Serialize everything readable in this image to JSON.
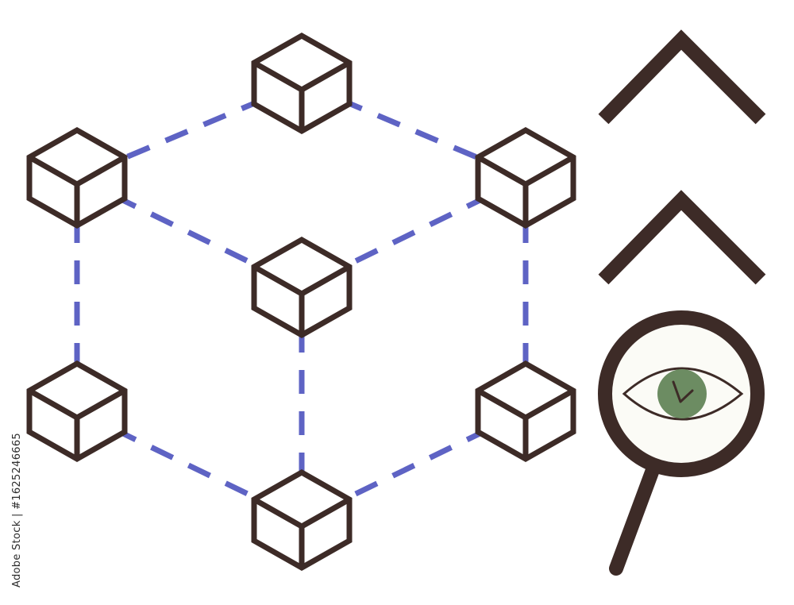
{
  "stock_id_text": "Adobe Stock | #1625246665",
  "colors": {
    "background": "#ffffff",
    "outline": "#3d2b27",
    "dash": "#5e63c4",
    "eye_iris": "#6c8c62",
    "lens_fill": "#fbfbf6"
  },
  "icons": {
    "block": "cube-icon",
    "arrow": "chevron-up-icon",
    "search": "magnifier-eye-icon"
  },
  "diagram": {
    "nodes": [
      {
        "id": "top"
      },
      {
        "id": "upper-left"
      },
      {
        "id": "upper-right"
      },
      {
        "id": "center"
      },
      {
        "id": "lower-left"
      },
      {
        "id": "lower-right"
      },
      {
        "id": "bottom"
      }
    ],
    "links": [
      [
        "top",
        "upper-left"
      ],
      [
        "top",
        "upper-right"
      ],
      [
        "upper-left",
        "center"
      ],
      [
        "upper-right",
        "center"
      ],
      [
        "upper-left",
        "lower-left"
      ],
      [
        "upper-right",
        "lower-right"
      ],
      [
        "center",
        "bottom"
      ],
      [
        "lower-left",
        "bottom"
      ],
      [
        "lower-right",
        "bottom"
      ]
    ]
  }
}
